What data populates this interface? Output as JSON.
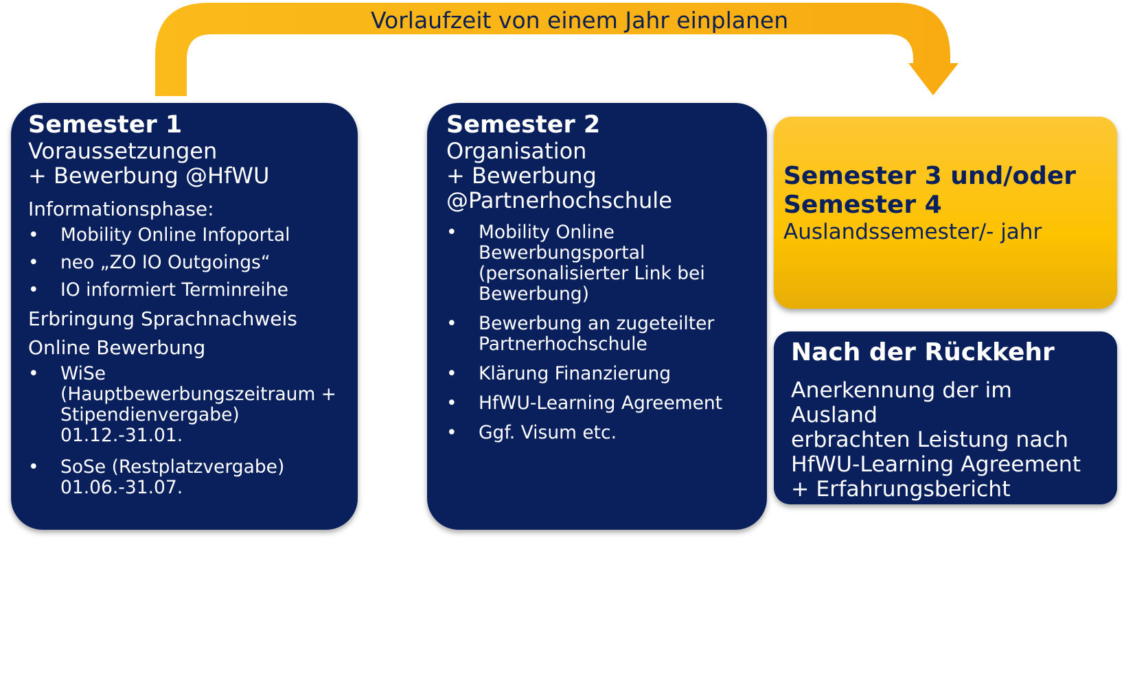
{
  "arrow": {
    "label": "Vorlaufzeit von einem Jahr einplanen",
    "color": "#f9b213"
  },
  "colors": {
    "navy": "#0a205c",
    "yellow": "#fdc200",
    "white": "#ffffff"
  },
  "semester1": {
    "title": "Semester 1",
    "subtitle_line1": "Voraussetzungen",
    "subtitle_line2": "+ Bewerbung @HfWU",
    "info_heading": "Informationsphase:",
    "info_items": [
      "Mobility Online Infoportal",
      "neo „ZO IO Outgoings“",
      "IO informiert Terminreihe"
    ],
    "language_heading": "Erbringung Sprachnachweis",
    "online_heading": "Online Bewerbung",
    "online_items": [
      "WiSe (Hauptbewerbungszeitraum + Stipendienvergabe) 01.12.-31.01.",
      "SoSe (Restplatzvergabe) 01.06.-31.07."
    ]
  },
  "semester2": {
    "title": "Semester 2",
    "subtitle_line1": "Organisation",
    "subtitle_line2": "+ Bewerbung",
    "subtitle_line3": "@Partnerhochschule",
    "items": [
      "Mobility Online Bewerbungsportal (personalisierter Link bei Bewerbung)",
      "Bewerbung an zugeteilter Partnerhochschule",
      "Klärung Finanzierung",
      "HfWU-Learning Agreement",
      "Ggf. Visum etc."
    ]
  },
  "semester3": {
    "title_line1": "Semester 3 und/oder",
    "title_line2": "Semester 4",
    "subtitle": "Auslandssemester/- jahr"
  },
  "return": {
    "title": "Nach der Rückkehr",
    "line1": "Anerkennung der im Ausland",
    "line2": "erbrachten Leistung nach",
    "line3": "HfWU-Learning Agreement",
    "line4": "+ Erfahrungsbericht"
  }
}
